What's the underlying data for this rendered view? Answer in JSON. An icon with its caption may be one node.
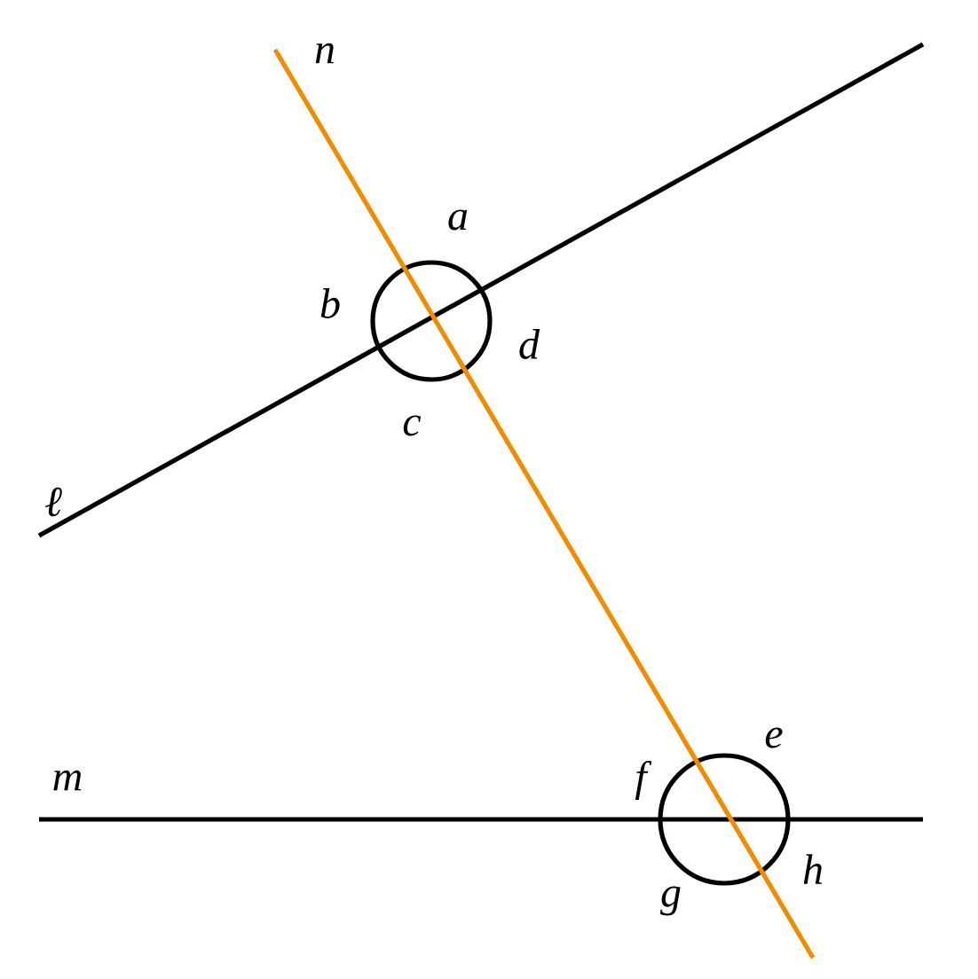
{
  "diagram": {
    "labels": [
      "n",
      "a",
      "b",
      "d",
      "c",
      "ℓ",
      "m",
      "e",
      "f",
      "h",
      "g"
    ]
  }
}
